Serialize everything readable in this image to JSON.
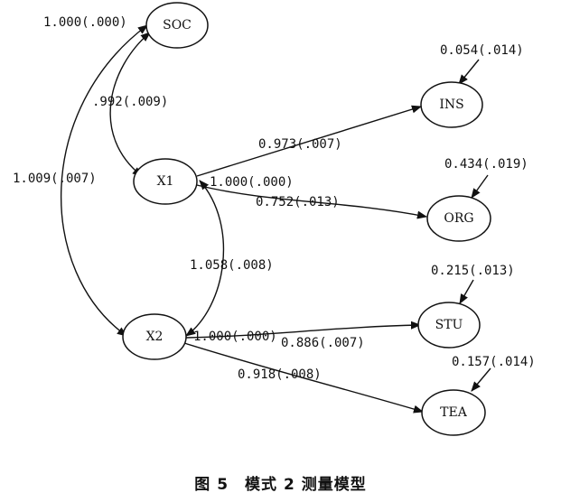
{
  "caption": "图 5　模式 2 测量模型",
  "nodes": {
    "soc": "SOC",
    "x1": "X1",
    "x2": "X2",
    "ins": "INS",
    "org": "ORG",
    "stu": "STU",
    "tea": "TEA"
  },
  "labels": {
    "soc_var": "1.000(.000)",
    "soc_x1": ".992(.009)",
    "soc_x2": "1.009(.007)",
    "x1_x2": "1.058(.008)",
    "x1_ins": "0.973(.007)",
    "x1_fixed": "1.000(.000)",
    "x1_org": "0.752(.013)",
    "ins_err": "0.054(.014)",
    "org_err": "0.434(.019)",
    "stu_err": "0.215(.013)",
    "tea_err": "0.157(.014)",
    "x2_fixed": "1.000(.000)",
    "x2_stu": "0.886(.007)",
    "x2_tea": "0.918(.008)"
  }
}
